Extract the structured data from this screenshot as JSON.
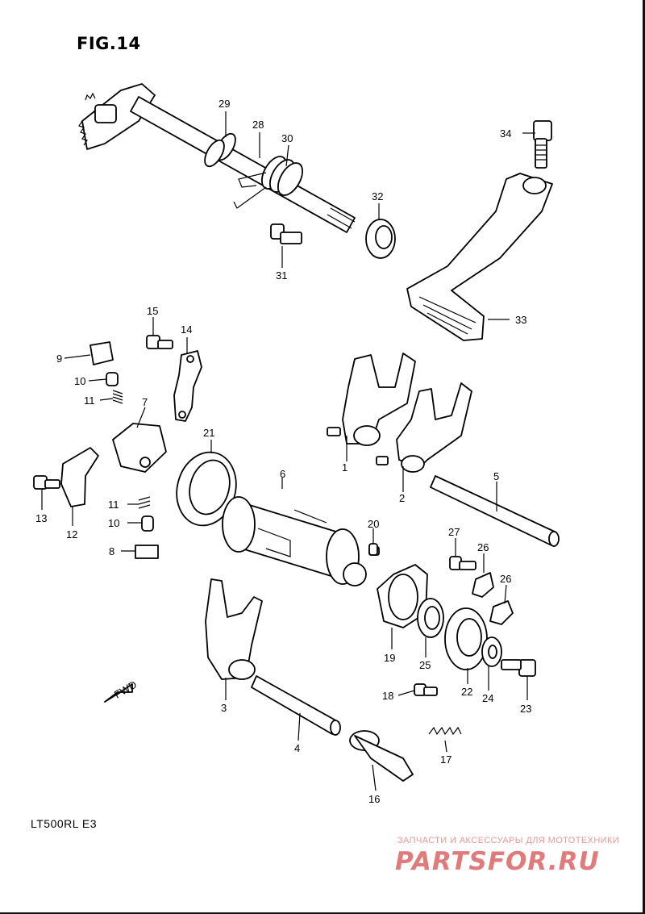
{
  "figure": {
    "title": "FIG.14",
    "model": "LT500RL  E3"
  },
  "watermark": {
    "top_text": "ЗАПЧАСТИ И АКСЕССУАРЫ ДЛЯ МОТОТЕХНИКИ",
    "logo_text": "PARTSFOR.RU"
  },
  "fwd_arrow_text": "FWD",
  "callouts": [
    "1",
    "2",
    "3",
    "4",
    "5",
    "6",
    "7",
    "8",
    "9",
    "10",
    "10",
    "11",
    "11",
    "12",
    "13",
    "14",
    "15",
    "16",
    "17",
    "18",
    "19",
    "20",
    "21",
    "22",
    "23",
    "24",
    "25",
    "26",
    "26",
    "27",
    "28",
    "29",
    "30",
    "31",
    "32",
    "33",
    "34"
  ]
}
